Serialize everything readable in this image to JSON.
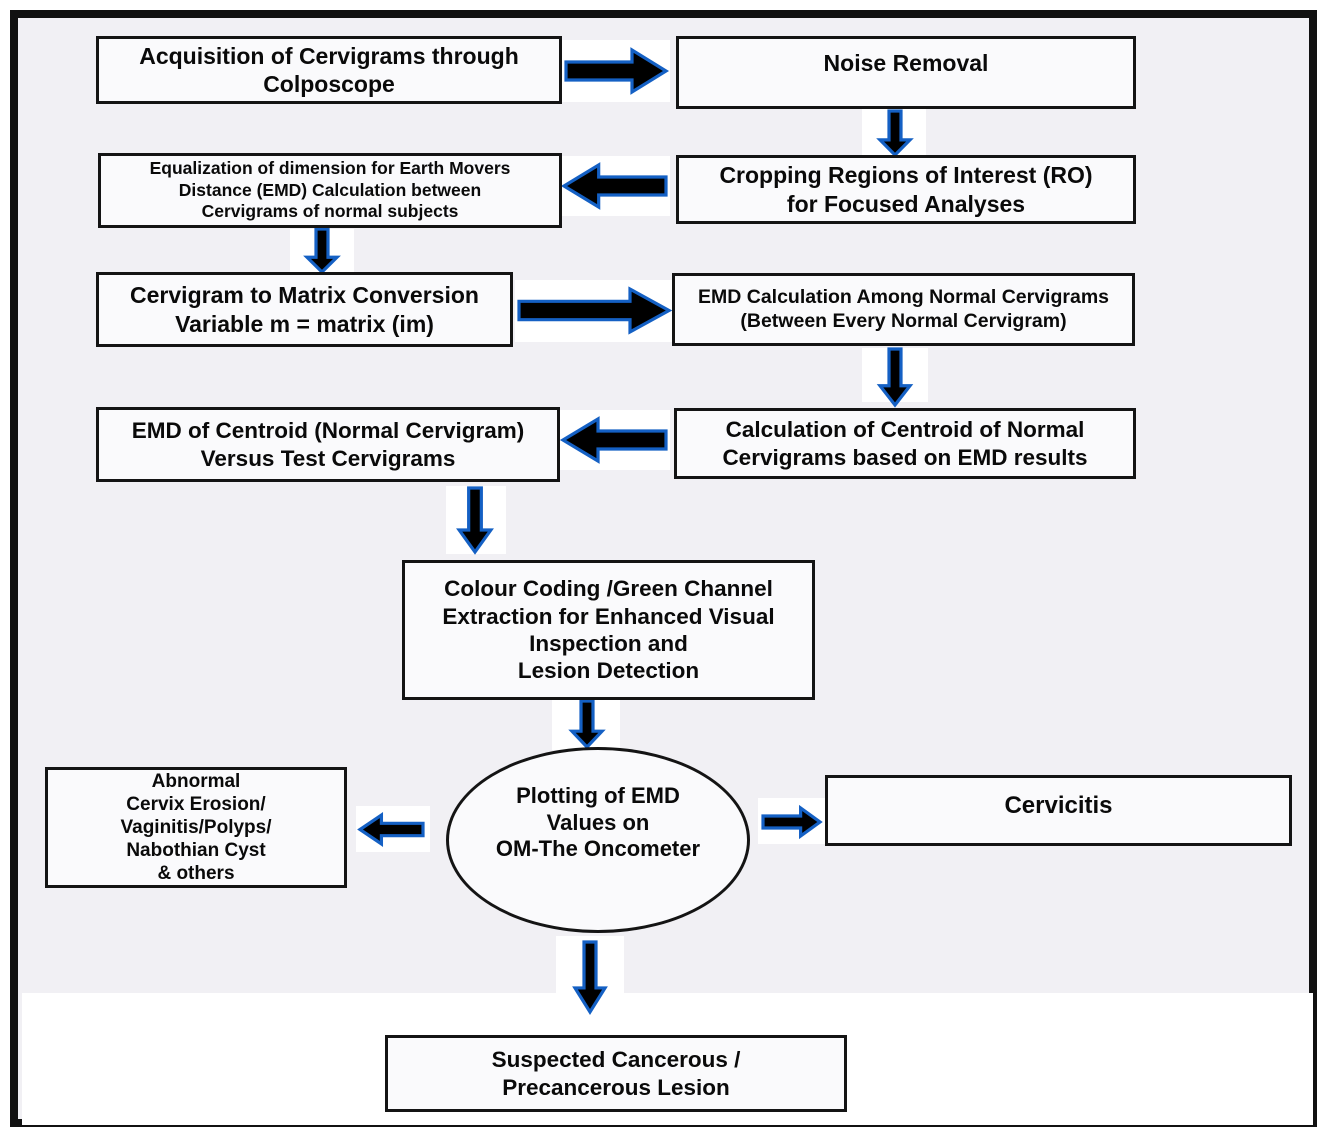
{
  "colors": {
    "page_bg": "#ffffff",
    "diagram_bg": "#f1f0f4",
    "frame_border": "#111111",
    "box_bg": "#fafafc",
    "box_border": "#141414",
    "text": "#0a0a0a",
    "arrow_fill": "#000000",
    "arrow_stroke": "#1460c4"
  },
  "nodes": {
    "acquisition": {
      "text": "Acquisition of Cervigrams through\nColposcope"
    },
    "noise_removal": {
      "text": "Noise Removal"
    },
    "cropping": {
      "text": "Cropping Regions of Interest (RO)\nfor Focused Analyses"
    },
    "equalization": {
      "text": "Equalization of dimension for Earth Movers\nDistance (EMD) Calculation  between\nCervigrams of normal subjects"
    },
    "matrix_conversion": {
      "text": "Cervigram to Matrix Conversion\nVariable m = matrix (im)"
    },
    "emd_calculation": {
      "text": "EMD Calculation Among Normal Cervigrams\n(Between Every Normal Cervigram)"
    },
    "centroid_calculation": {
      "text": "Calculation of Centroid of Normal\nCervigrams based on EMD results"
    },
    "centroid_vs_test": {
      "text": "EMD of Centroid (Normal Cervigram)\nVersus Test Cervigrams"
    },
    "colour_coding": {
      "text": "Colour Coding /Green Channel\nExtraction for Enhanced Visual\nInspection and\nLesion Detection"
    },
    "oncometer": {
      "text": "Plotting of EMD\nValues on\nOM-The Oncometer"
    },
    "abnormal": {
      "text": "Abnormal\nCervix Erosion/\nVaginitis/Polyps/\nNabothian Cyst\n& others"
    },
    "cervicitis": {
      "text": "Cervicitis"
    },
    "suspected": {
      "text": "Suspected Cancerous /\nPrecancerous Lesion"
    }
  },
  "edges": [
    {
      "from": "acquisition",
      "to": "noise_removal",
      "direction": "right"
    },
    {
      "from": "noise_removal",
      "to": "cropping",
      "direction": "down"
    },
    {
      "from": "cropping",
      "to": "equalization",
      "direction": "left"
    },
    {
      "from": "equalization",
      "to": "matrix_conversion",
      "direction": "down"
    },
    {
      "from": "matrix_conversion",
      "to": "emd_calculation",
      "direction": "right"
    },
    {
      "from": "emd_calculation",
      "to": "centroid_calculation",
      "direction": "down"
    },
    {
      "from": "centroid_calculation",
      "to": "centroid_vs_test",
      "direction": "left"
    },
    {
      "from": "centroid_vs_test",
      "to": "colour_coding",
      "direction": "down"
    },
    {
      "from": "colour_coding",
      "to": "oncometer",
      "direction": "down"
    },
    {
      "from": "oncometer",
      "to": "abnormal",
      "direction": "left"
    },
    {
      "from": "oncometer",
      "to": "cervicitis",
      "direction": "right"
    },
    {
      "from": "oncometer",
      "to": "suspected",
      "direction": "down"
    }
  ]
}
